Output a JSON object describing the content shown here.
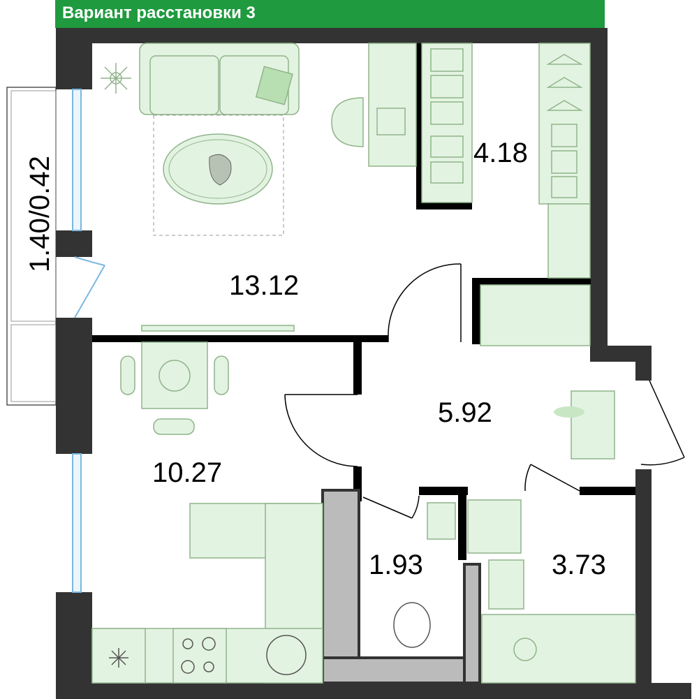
{
  "header": {
    "title": "Вариант расстановки 3"
  },
  "balcony": {
    "label": "1.40/0.42"
  },
  "rooms": [
    {
      "name": "living-room",
      "area": "13.12"
    },
    {
      "name": "wardrobe",
      "area": "4.18"
    },
    {
      "name": "hallway",
      "area": "5.92"
    },
    {
      "name": "kitchen",
      "area": "10.27"
    },
    {
      "name": "toilet",
      "area": "1.93"
    },
    {
      "name": "bathroom",
      "area": "3.73"
    }
  ],
  "colors": {
    "header": "#1f9a3f",
    "furniture": "#e3f3e1",
    "furniture_stroke": "#8fb48a",
    "wall": "#000000",
    "column": "#333333"
  }
}
